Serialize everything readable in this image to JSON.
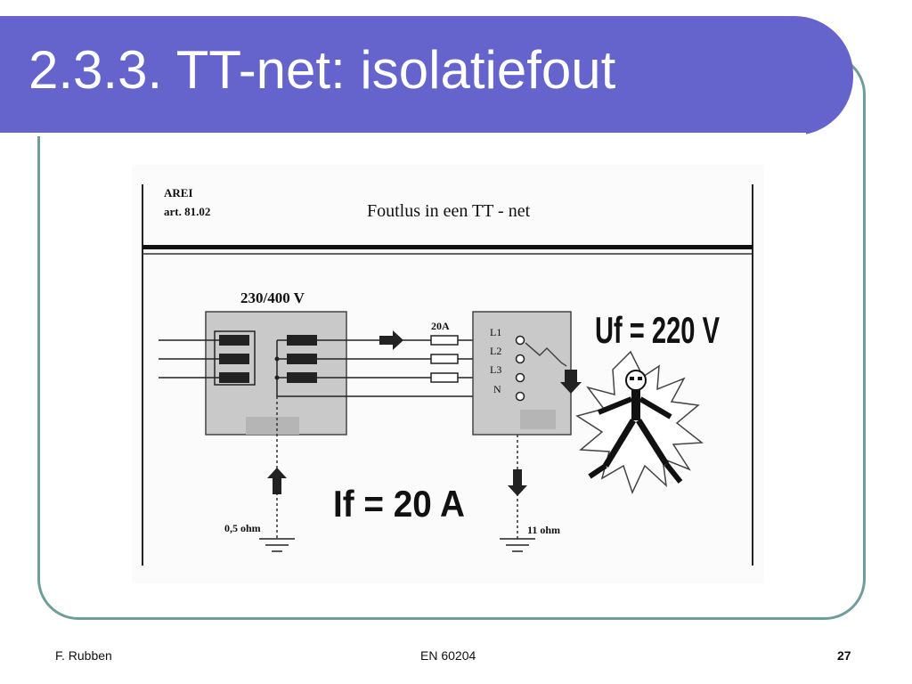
{
  "slide": {
    "title": "2.3.3. TT-net: isolatiefout"
  },
  "scan": {
    "header_left_line1": "AREI",
    "header_left_line2": "art. 81.02",
    "header_title": "Foutlus in een TT - net",
    "transformer_label": "230/400 V",
    "fuse_rating": "20A",
    "terminals": [
      "L1",
      "L2",
      "L3",
      "N"
    ],
    "fault_voltage": "Uf = 220 V",
    "fault_current": "If = 20 A",
    "source_earth_resistance": "0,5 ohm",
    "consumer_earth_resistance": "11 ohm"
  },
  "footer": {
    "author": "F. Rubben",
    "standard": "EN 60204",
    "page_number": "27"
  },
  "colors": {
    "title_band": "#6464cc",
    "frame_border": "#6f9e9a",
    "box_fill": "#c9c9c9",
    "ink": "#1a1a1a"
  }
}
